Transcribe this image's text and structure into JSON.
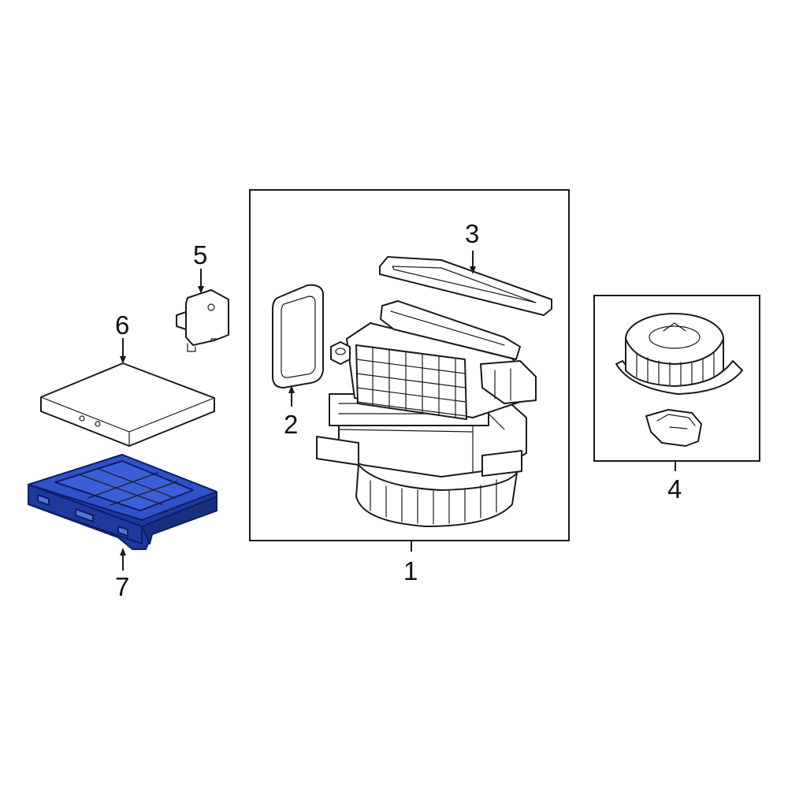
{
  "callouts": {
    "p1": "1",
    "p2": "2",
    "p3": "3",
    "p4": "4",
    "p5": "5",
    "p6": "6",
    "p7": "7"
  },
  "colors": {
    "highlight": "#2f52c9",
    "highlight_dark": "#1e3a9e",
    "outline": "#1a1a1a"
  },
  "icons": {
    "p1": "heater-blower-unit-icon",
    "p2": "gasket-seal-icon",
    "p3": "case-seal-icon",
    "p4": "blower-motor-icon",
    "p5": "resistor-icon",
    "p6": "cabin-air-filter-icon",
    "p7": "filter-cover-icon"
  }
}
